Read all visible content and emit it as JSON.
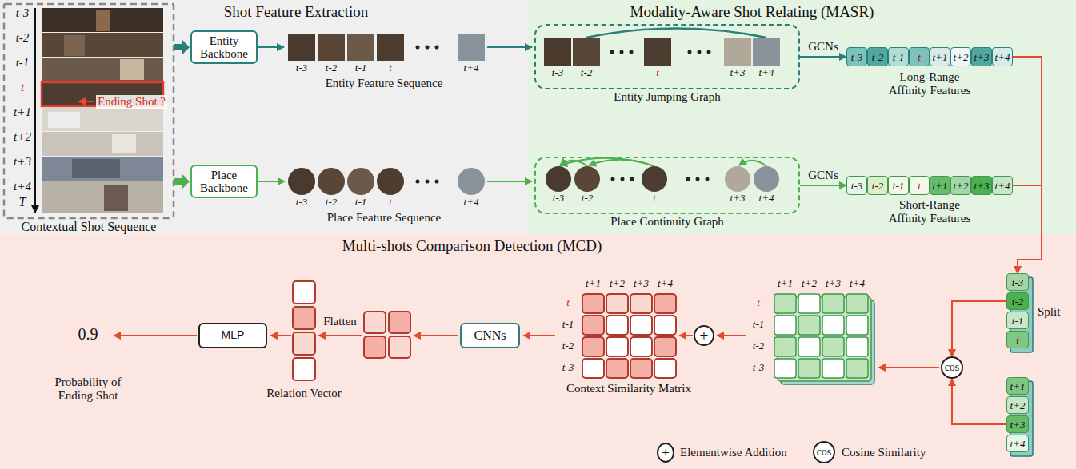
{
  "diagram": {
    "nodes": [
      {
        "text": [
          "Shot Feature Extraction"
        ]
      },
      {
        "text": [
          "Entity Backbone"
        ],
        "in": 0
      },
      {
        "text": [
          "Place Backbone"
        ],
        "in": 0
      },
      {
        "text": [
          "Modality-Aware Shot Relating (MASR)"
        ]
      },
      {
        "text": [
          "Entity Jumping Graph"
        ],
        "in": 3
      },
      {
        "text": [
          "Place Continuity Graph"
        ],
        "in": 3
      },
      {
        "text": [
          "t-3"
        ],
        "in": 3
      },
      {
        "text": [
          "t-2"
        ],
        "in": 3
      },
      {
        "text": [
          "t-1"
        ],
        "in": 3
      },
      {
        "text": [
          "t"
        ],
        "in": 3
      },
      {
        "text": [
          "t+1"
        ],
        "in": 3
      },
      {
        "text": [
          "t+2"
        ],
        "in": 3
      },
      {
        "text": [
          "t+3"
        ],
        "in": 3
      },
      {
        "text": [
          "t+4"
        ],
        "in": 3
      },
      {
        "text": [
          "t-3"
        ],
        "in": 3
      },
      {
        "text": [
          "t-2"
        ],
        "in": 3
      },
      {
        "text": [
          "t-1"
        ],
        "in": 3
      },
      {
        "text": [
          "t"
        ],
        "in": 3
      },
      {
        "text": [
          "t+1"
        ],
        "in": 3
      },
      {
        "text": [
          "t+2"
        ],
        "in": 3
      },
      {
        "text": [
          "t+3"
        ],
        "in": 3
      },
      {
        "text": [
          "t+4"
        ],
        "in": 3
      },
      {
        "text": [
          "Multi-shots Comparison Detection (MCD)"
        ]
      },
      {
        "text": [
          "t-3"
        ],
        "in": 22
      },
      {
        "text": [
          "t-2"
        ],
        "in": 22
      },
      {
        "text": [
          "t-1"
        ],
        "in": 22
      },
      {
        "text": [
          "t"
        ],
        "in": 22
      },
      {
        "text": [
          "t+1"
        ],
        "in": 22
      },
      {
        "text": [
          "t+2"
        ],
        "in": 22
      },
      {
        "text": [
          "t+3"
        ],
        "in": 22
      },
      {
        "text": [
          "t+4"
        ],
        "in": 22
      },
      {
        "text": [
          "cos"
        ],
        "in": 22
      },
      {
        "text": [
          "+"
        ],
        "in": 22
      },
      {
        "text": [
          "CNNs"
        ],
        "in": 22
      },
      {
        "text": [
          "MLP"
        ],
        "in": 22
      },
      {
        "text": [
          "+"
        ],
        "in": 22
      },
      {
        "text": [
          "cos"
        ],
        "in": 22
      }
    ],
    "edges": [
      {
        "from": 4,
        "to": 6,
        "arrow": "to",
        "label": "GCNs"
      },
      {
        "from": 5,
        "to": 14,
        "arrow": "to",
        "label": "GCNs"
      },
      {
        "from": 13,
        "to": 23,
        "arrow": "to"
      },
      {
        "from": 21,
        "to": 23,
        "arrow": "to"
      },
      {
        "from": 24,
        "to": 31,
        "arrow": "to"
      },
      {
        "from": 29,
        "to": 31,
        "arrow": "to"
      }
    ],
    "labels": [
      "t-3",
      "t-2",
      "t-1",
      "t",
      "t+1",
      "t+2",
      "t+3",
      "t+4",
      "T",
      "Ending Shot ?",
      "Contextual Shot Sequence",
      "t-3",
      "t-2",
      "t-1",
      "t",
      "t+4",
      "Entity Feature Sequence",
      "t-3",
      "t-2",
      "t-1",
      "t",
      "t+4",
      "Place Feature Sequence",
      "t-3",
      "t-2",
      "t",
      "t+3",
      "t+4",
      "t-3",
      "t-2",
      "t",
      "t+3",
      "t+4",
      "Long-Range Affinity Features",
      "Short-Range Affinity Features",
      "Split",
      "t+1",
      "t+2",
      "t+3",
      "t+4",
      "t",
      "t-1",
      "t-2",
      "t-3",
      "t+1",
      "t+2",
      "t+3",
      "t+4",
      "t",
      "t-1",
      "t-2",
      "t-3",
      "Context Similarity Matrix",
      "Flatten",
      "Relation Vector",
      "0.9",
      "Probability of Ending Shot"
    ],
    "legend": [
      {
        "text": "Elementwise Addition"
      },
      {
        "text": "Cosine Similarity"
      }
    ]
  }
}
